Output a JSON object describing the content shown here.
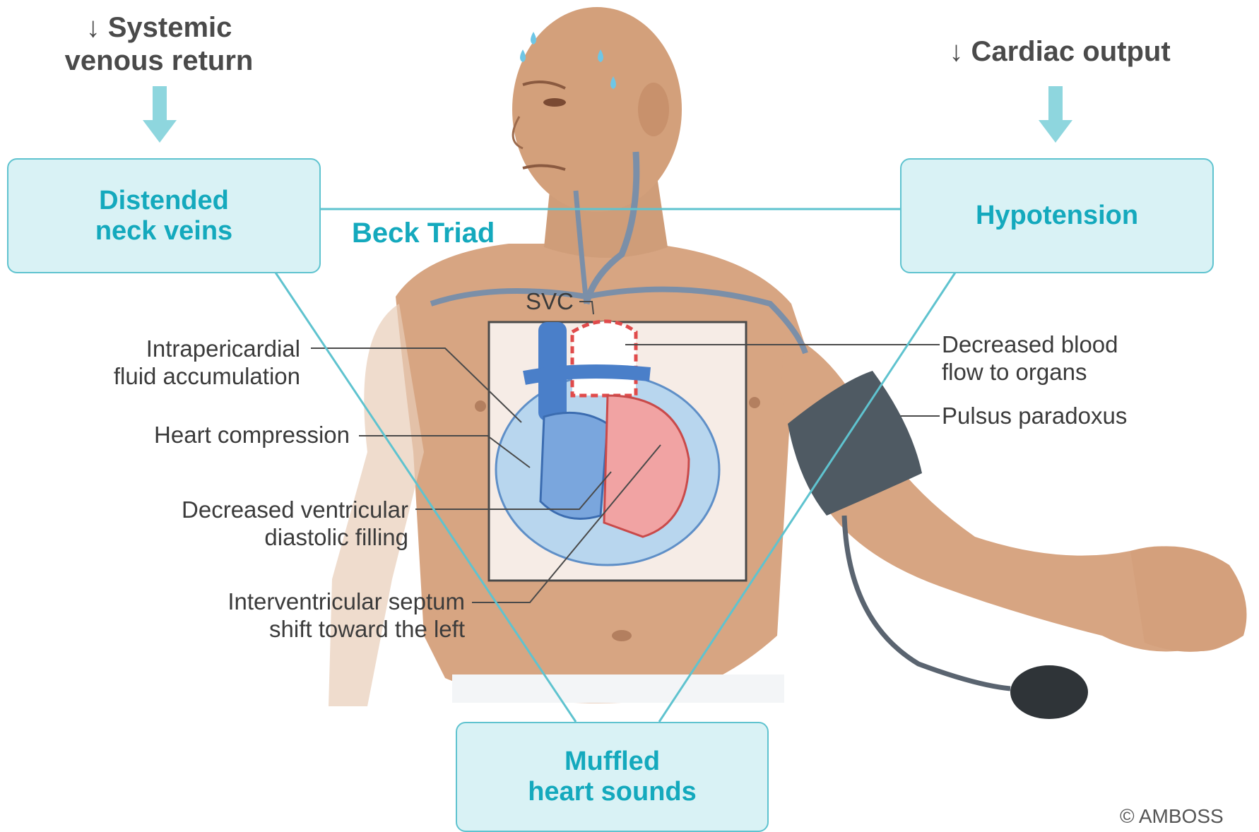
{
  "header_left": {
    "arrow": "↓",
    "text": "Systemic\nvenous return"
  },
  "header_right": {
    "arrow": "↓",
    "text": "Cardiac output"
  },
  "boxes": {
    "left": "Distended\nneck veins",
    "right": "Hypotension",
    "bottom": "Muffled\nheart sounds"
  },
  "triad_title": "Beck Triad",
  "labels": {
    "svc": "SVC",
    "fluid": "Intrapericardial\nfluid accumulation",
    "compression": "Heart compression",
    "filling": "Decreased ventricular\ndiastolic filling",
    "septum": "Interventricular septum\nshift toward the left",
    "blood_flow": "Decreased blood\nflow to organs",
    "pulsus": "Pulsus paradoxus"
  },
  "copyright": "© AMBOSS",
  "colors": {
    "teal": "#14a9bd",
    "box_fill": "#d9f2f5",
    "skin": "#d7a582",
    "fluid": "#b8d6ee",
    "cuff": "#4f5a63"
  }
}
